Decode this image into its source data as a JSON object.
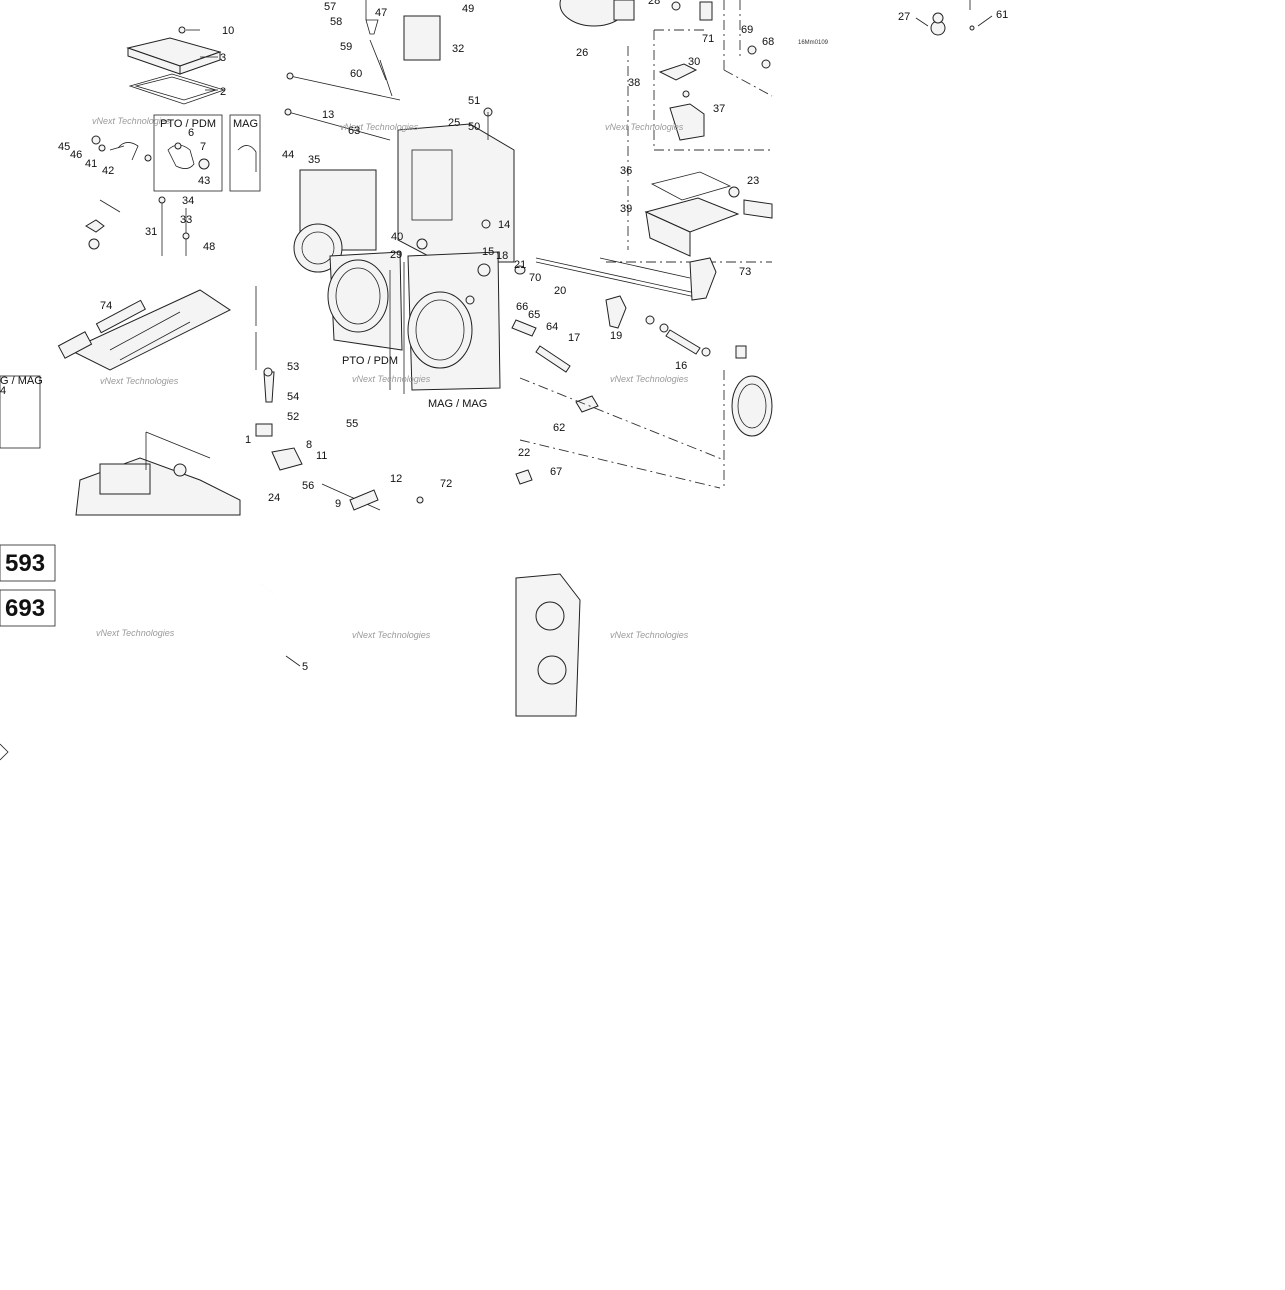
{
  "image_ref": "16Mm0109",
  "models": [
    "593",
    "693"
  ],
  "side_labels": {
    "pto_pdm": "PTO / PDM",
    "mag": "MAG",
    "mag_mag": "MAG / MAG",
    "g_mag": "G / MAG"
  },
  "watermark": "vNext Technologies",
  "callouts": [
    "10",
    "3",
    "2",
    "57",
    "58",
    "59",
    "60",
    "47",
    "49",
    "32",
    "13",
    "63",
    "51",
    "25",
    "50",
    "44",
    "35",
    "26",
    "28",
    "71",
    "30",
    "69",
    "68",
    "38",
    "37",
    "36",
    "23",
    "39",
    "61",
    "27",
    "45",
    "46",
    "41",
    "42",
    "6",
    "7",
    "43",
    "34",
    "33",
    "31",
    "48",
    "40",
    "29",
    "14",
    "15",
    "18",
    "21",
    "70",
    "20",
    "73",
    "74",
    "53",
    "54",
    "52",
    "55",
    "8",
    "11",
    "1",
    "24",
    "56",
    "9",
    "12",
    "72",
    "22",
    "67",
    "66",
    "65",
    "64",
    "17",
    "19",
    "16",
    "62",
    "5",
    "4"
  ]
}
